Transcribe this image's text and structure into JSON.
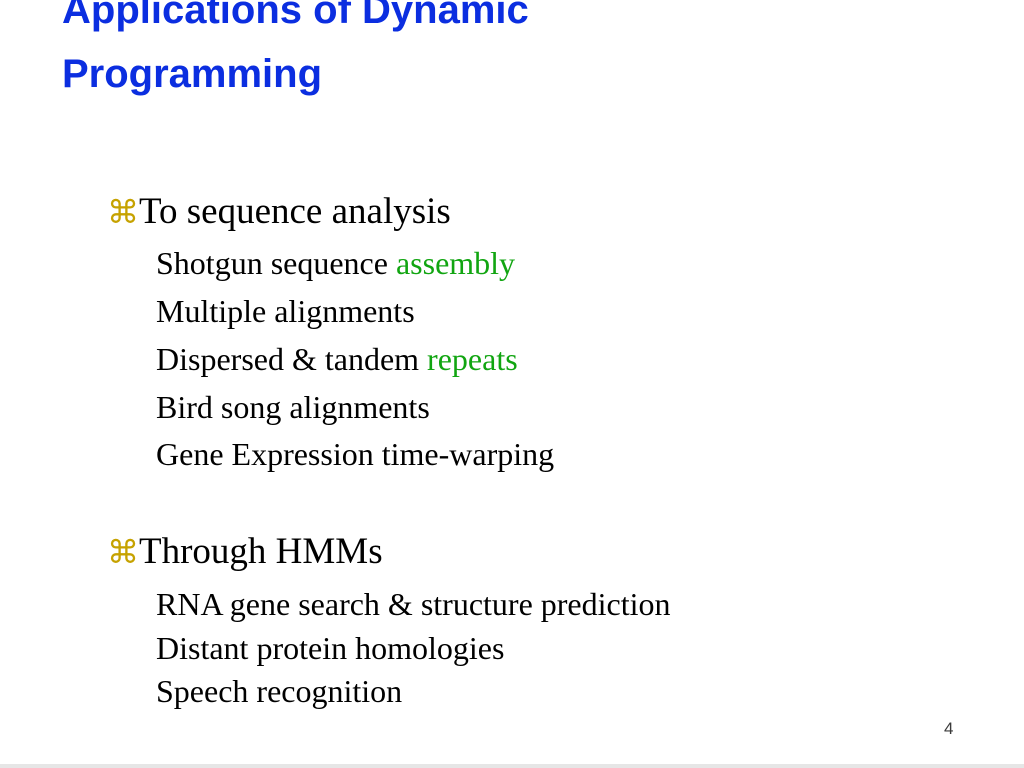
{
  "slide": {
    "title_lines": [
      "Applications of Dynamic",
      "Programming"
    ],
    "bullet_mark": "⌘",
    "sections": [
      {
        "heading": "To sequence analysis",
        "items": [
          {
            "text": "Shotgun sequence ",
            "highlight": "assembly"
          },
          {
            "text": "Multiple alignments",
            "highlight": ""
          },
          {
            "text": "Dispersed & tandem ",
            "highlight": "repeats"
          },
          {
            "text": "Bird song alignments",
            "highlight": ""
          },
          {
            "text": "Gene Expression time-warping",
            "highlight": ""
          }
        ]
      },
      {
        "heading": "Through HMMs",
        "items": [
          {
            "text": "RNA gene search & structure prediction",
            "highlight": ""
          },
          {
            "text": "Distant protein homologies",
            "highlight": ""
          },
          {
            "text": "Speech recognition",
            "highlight": ""
          }
        ]
      }
    ],
    "page_number": "4",
    "colors": {
      "title": "#0b2ee0",
      "highlight": "#11a511",
      "bullet": "#c6a200"
    }
  }
}
